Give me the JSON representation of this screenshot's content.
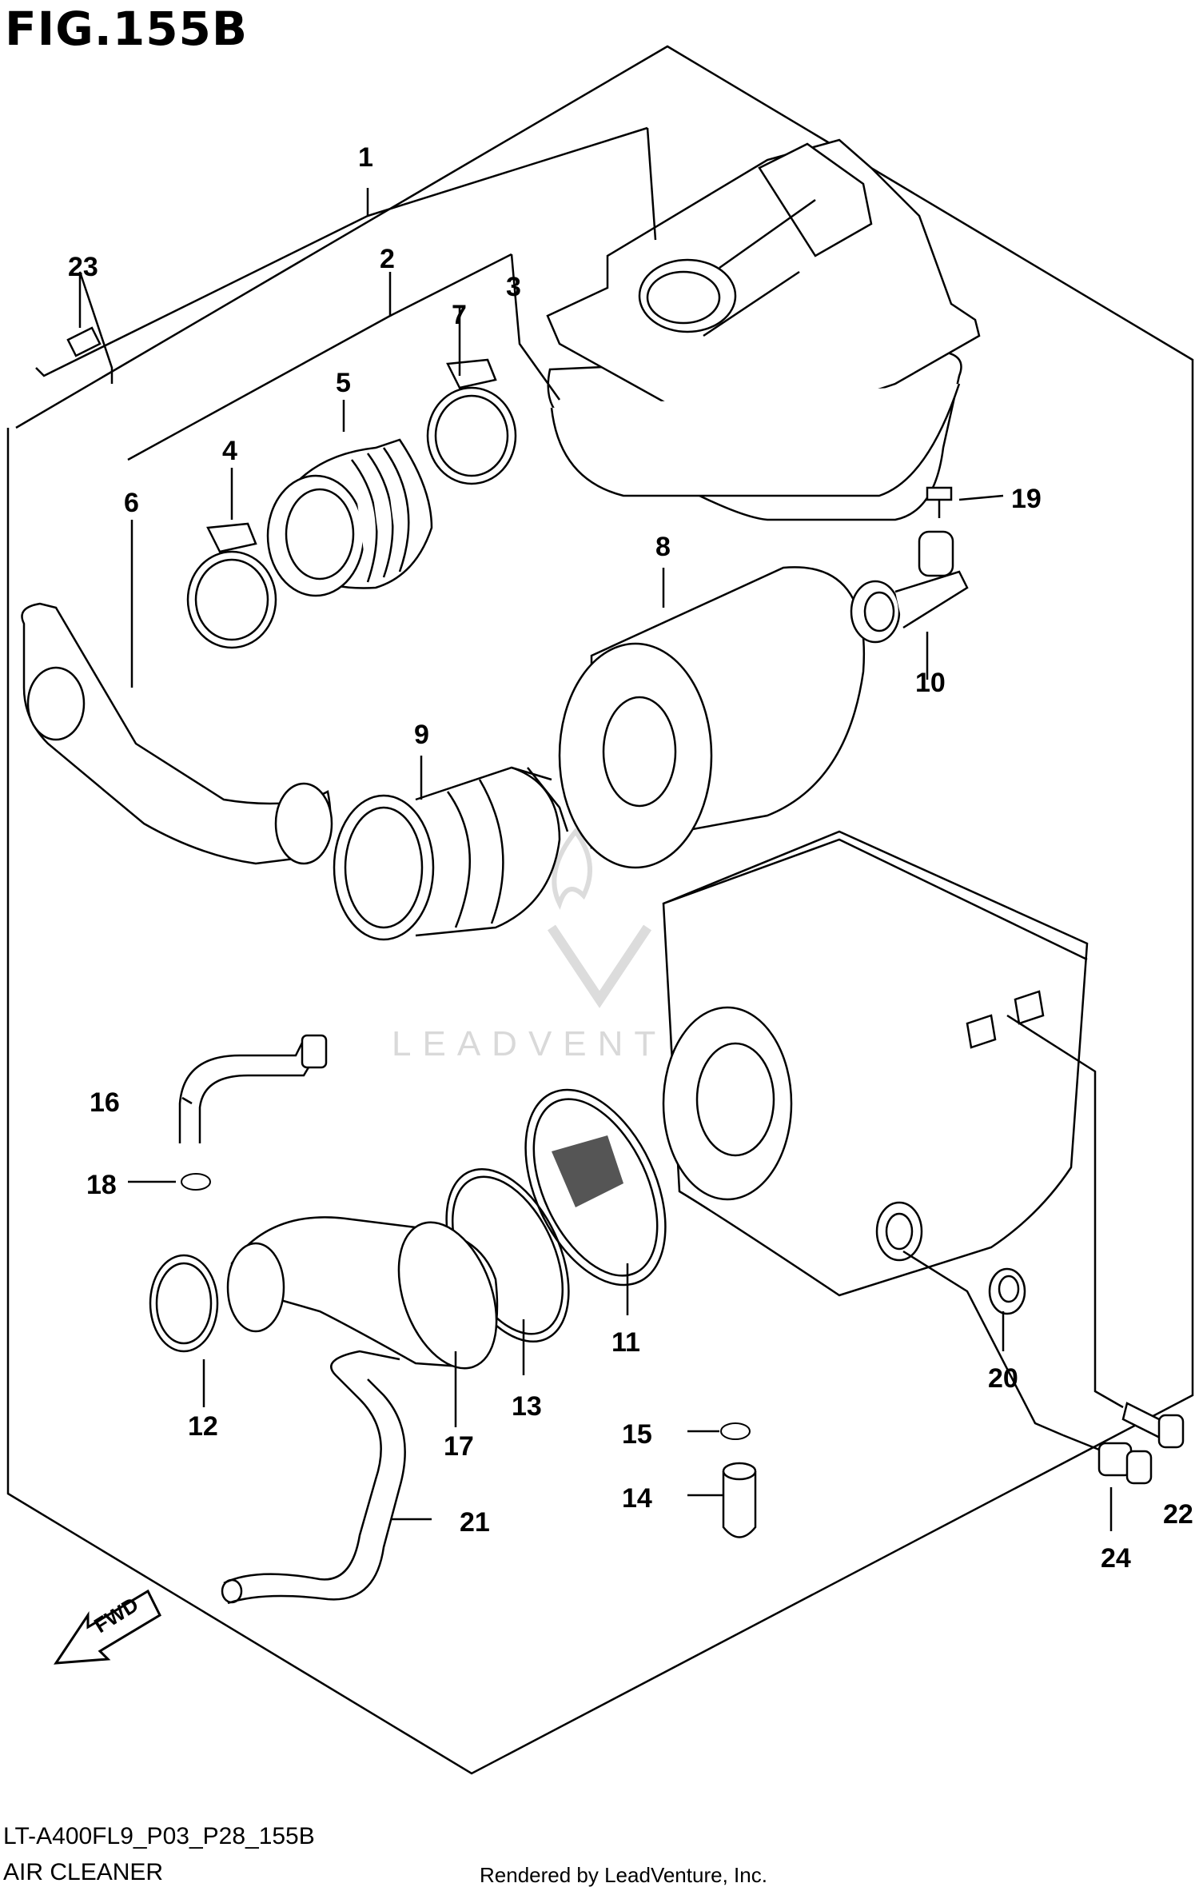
{
  "figure": {
    "title": "FIG.155B",
    "model_code": "LT-A400FL9_P03_P28_155B",
    "section_name": "AIR CLEANER",
    "rendered_by": "Rendered by LeadVenture, Inc."
  },
  "watermark": {
    "text": "LEADVENTURE"
  },
  "fwd_label": "FWD",
  "callouts": {
    "c1": "1",
    "c2": "2",
    "c3": "3",
    "c4": "4",
    "c5": "5",
    "c6": "6",
    "c7": "7",
    "c8": "8",
    "c9": "9",
    "c10": "10",
    "c11": "11",
    "c12": "12",
    "c13": "13",
    "c14": "14",
    "c15": "15",
    "c16": "16",
    "c17": "17",
    "c18": "18",
    "c19": "19",
    "c20": "20",
    "c21": "21",
    "c22": "22",
    "c23": "23",
    "c24": "24"
  }
}
